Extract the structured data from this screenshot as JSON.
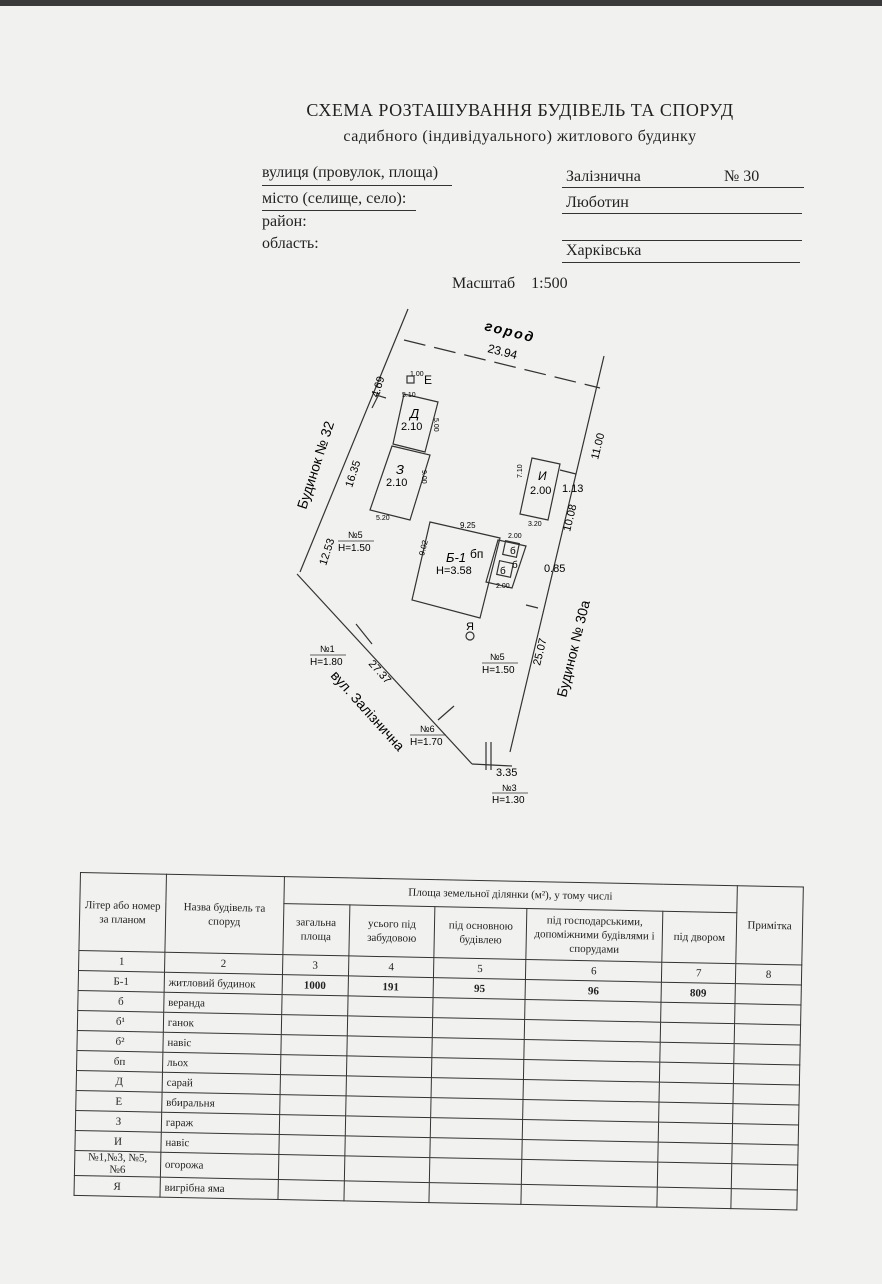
{
  "header": {
    "title": "СХЕМА РОЗТАШУВАННЯ БУДІВЕЛЬ ТА СПОРУД",
    "subtitle": "садибного (індивідуального) житлового будинку"
  },
  "address": {
    "street_label": "вулиця (провулок, площа)",
    "street_value": "Залізнична",
    "house_no": "№ 30",
    "city_label": "місто (селище, село):",
    "city_value": "Люботин",
    "district_label": "район:",
    "district_value": "",
    "region_label": "область:",
    "region_value": "Харківська"
  },
  "scale": "Масштаб    1:500",
  "plan": {
    "garden": "город",
    "d_top": "23.94",
    "d_469": "4.69",
    "d_1635": "16.35",
    "d_1253": "12.53",
    "d_1100": "11.00",
    "d_1008": "10.08",
    "d_085": "0.85",
    "d_2507": "25.07",
    "d_2737": "27.37",
    "d_335": "3.35",
    "d_113": "1.13",
    "neighbor_left": "Будинок № 32",
    "neighbor_right": "Будинок № 30а",
    "street": "вул. Залізнична",
    "e_label": "Е",
    "e_100": "1.00",
    "e_510": "5.10",
    "d_label": "Д",
    "d_h": "2.10",
    "d_500": "5.00",
    "z_label": "З",
    "z_h": "2.10",
    "z_900": "9.00",
    "z_520": "5.20",
    "i_label": "И",
    "i_h": "2.00",
    "i_710": "7.10",
    "i_320": "3.20",
    "b_label": "Б-1",
    "b_bp": "бп",
    "b_h": "Н=3.58",
    "b_925": "9.25",
    "b_902": "9.02",
    "b_200a": "2.00",
    "b_200b": "2.00",
    "b_s1": "б",
    "b_s2": "б",
    "b_s3": "б",
    "pit": "Я",
    "f5a_no": "№5",
    "f5a_h": "Н=1.50",
    "f1_no": "№1",
    "f1_h": "Н=1.80",
    "f6_no": "№6",
    "f6_h": "Н=1.70",
    "f5b_no": "№5",
    "f5b_h": "Н=1.50",
    "f3_no": "№3",
    "f3_h": "Н=1.30"
  },
  "table": {
    "h_lit": "Літер або номер за планом",
    "h_name": "Назва будівель та споруд",
    "h_area": "Площа земельної ділянки (м²),  у тому числі",
    "h_total": "загальна площа",
    "h_built": "усього під забудовою",
    "h_main": "під основною будівлею",
    "h_aux": "під господарськими, допоміжними будівлями і спорудами",
    "h_yard": "під двором",
    "h_note": "Примітка",
    "nums": [
      "1",
      "2",
      "3",
      "4",
      "5",
      "6",
      "7",
      "8"
    ],
    "rows": [
      {
        "lit": "Б-1",
        "name": "житловий будинок",
        "total": "1000",
        "built": "191",
        "main": "95",
        "aux": "96",
        "yard": "809",
        "note": ""
      },
      {
        "lit": "б",
        "name": "веранда",
        "total": "",
        "built": "",
        "main": "",
        "aux": "",
        "yard": "",
        "note": ""
      },
      {
        "lit": "б¹",
        "name": "ганок",
        "total": "",
        "built": "",
        "main": "",
        "aux": "",
        "yard": "",
        "note": ""
      },
      {
        "lit": "б²",
        "name": "навіс",
        "total": "",
        "built": "",
        "main": "",
        "aux": "",
        "yard": "",
        "note": ""
      },
      {
        "lit": "бп",
        "name": "льох",
        "total": "",
        "built": "",
        "main": "",
        "aux": "",
        "yard": "",
        "note": ""
      },
      {
        "lit": "Д",
        "name": "сарай",
        "total": "",
        "built": "",
        "main": "",
        "aux": "",
        "yard": "",
        "note": ""
      },
      {
        "lit": "Е",
        "name": "вбиральня",
        "total": "",
        "built": "",
        "main": "",
        "aux": "",
        "yard": "",
        "note": ""
      },
      {
        "lit": "З",
        "name": "гараж",
        "total": "",
        "built": "",
        "main": "",
        "aux": "",
        "yard": "",
        "note": ""
      },
      {
        "lit": "И",
        "name": "навіс",
        "total": "",
        "built": "",
        "main": "",
        "aux": "",
        "yard": "",
        "note": ""
      },
      {
        "lit": "№1,№3, №5, №6",
        "name": "огорожа",
        "total": "",
        "built": "",
        "main": "",
        "aux": "",
        "yard": "",
        "note": ""
      },
      {
        "lit": "Я",
        "name": "вигрібна яма",
        "total": "",
        "built": "",
        "main": "",
        "aux": "",
        "yard": "",
        "note": ""
      }
    ]
  }
}
